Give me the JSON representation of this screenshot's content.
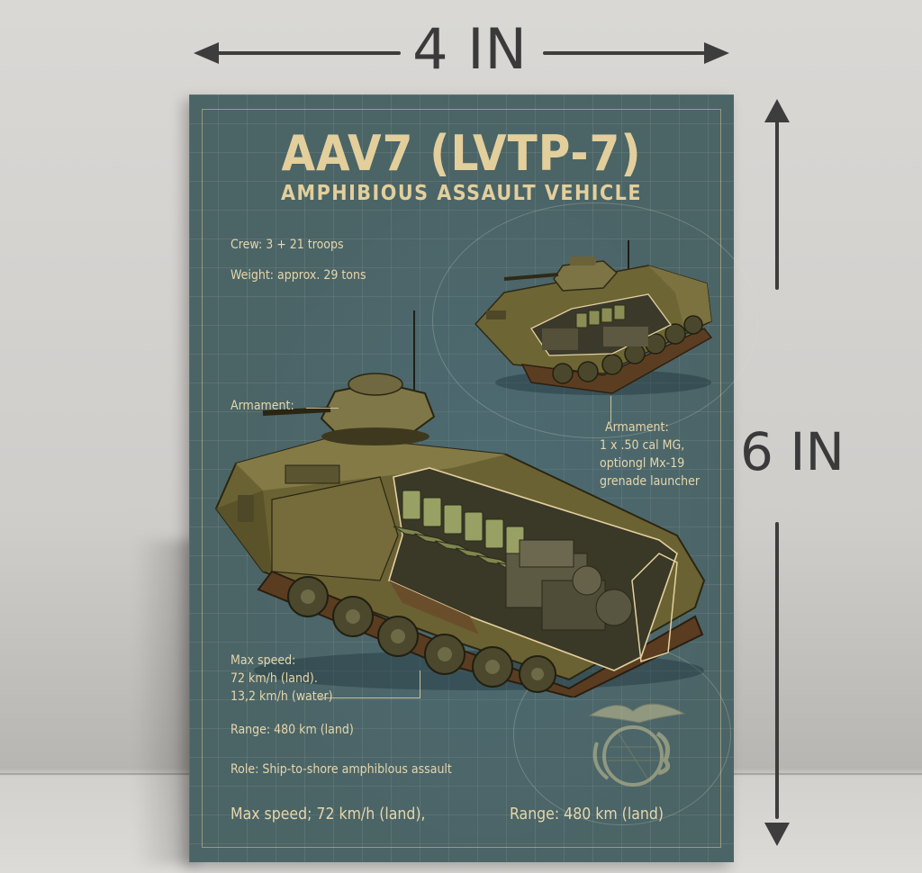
{
  "dimensions": {
    "width_label": "4 IN",
    "height_label": "6 IN"
  },
  "poster": {
    "title": "AAV7 (LVTP-7)",
    "subtitle": "AMPHIBIOUS ASSAULT VEHICLE",
    "colors": {
      "background": "#4b6466",
      "text": "#e3cf9c",
      "wall": "#d5d3d0",
      "vehicle_olive": "#6b6233"
    },
    "specs": {
      "crew": "Crew: 3 + 21 troops",
      "weight": "Weight: approx. 29 tons",
      "armament_left": "Armament:",
      "armament_right": {
        "heading": "Armament:",
        "line1": "1 x .50 cal MG,",
        "line2": "optiongl Mx-19",
        "line3": "grenade launcher"
      },
      "max_speed": {
        "heading": "Max speed:",
        "land": "72 km/h (land).",
        "water": "13,2 km/h (water)"
      },
      "range": "Range: 480 km (land)",
      "role": "Role: Ship-to-shore amphiblous assault"
    },
    "footer": {
      "max_speed": "Max speed; 72 km/h (land),",
      "range": "Range: 480 km (land)"
    },
    "illustrations": {
      "upper": "aav7-cutaway-small-icon",
      "main": "aav7-cutaway-large-icon",
      "emblem": "usmc-eagle-globe-anchor-icon"
    }
  }
}
